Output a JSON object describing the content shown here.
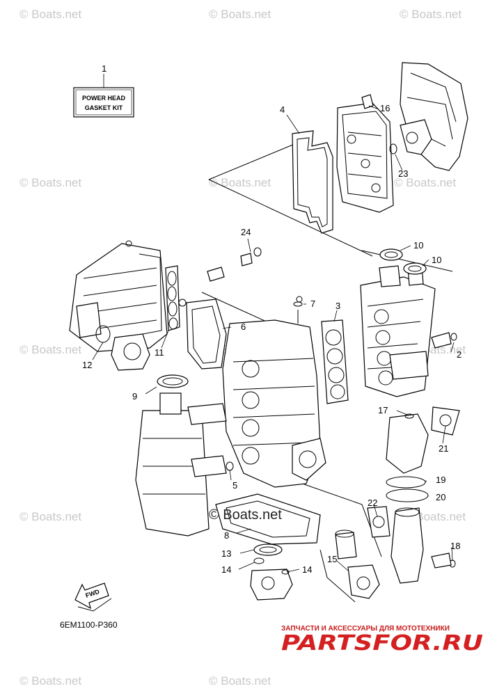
{
  "watermark": "© Boats.net",
  "center_watermark": "© Boats.net",
  "kit_label": {
    "line1": "POWER HEAD",
    "line2": "GASKET KIT"
  },
  "diagram_code": "6EM1100-P360",
  "fwd_label": "FWD",
  "footer": {
    "tagline": "ЗАПЧАСТИ И АКСЕССУАРЫ ДЛЯ МОТОТЕХНИКИ",
    "logo": "PARTSFOR.RU"
  },
  "callouts": [
    "1",
    "2",
    "3",
    "4",
    "5",
    "6",
    "7",
    "8",
    "9",
    "10",
    "10",
    "11",
    "12",
    "13",
    "14",
    "14",
    "15",
    "16",
    "17",
    "18",
    "19",
    "20",
    "21",
    "22",
    "23",
    "24"
  ]
}
